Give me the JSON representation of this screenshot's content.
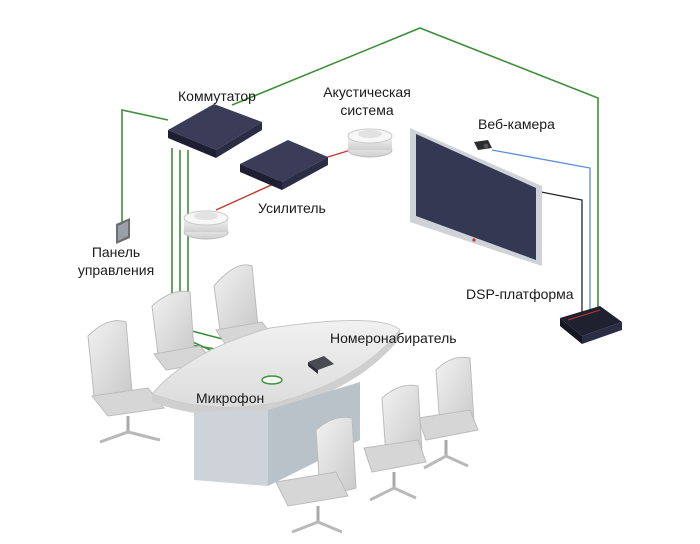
{
  "labels": {
    "switch": "Коммутатор",
    "speakers_line1": "Акустическая",
    "speakers_line2": "система",
    "webcam": "Веб-камера",
    "amplifier": "Усилитель",
    "panel_line1": "Панель",
    "panel_line2": "управления",
    "dsp": "DSP-платформа",
    "dialer": "Номеронабиратель",
    "microphone": "Микрофон"
  },
  "colors": {
    "network_line": "#3f8f3a",
    "audio_line": "#c0392b",
    "video_line_blue": "#5a8fd6",
    "device_dark": "#2b2d44",
    "display_screen": "#353853",
    "furniture_light": "#e4e4e4",
    "table_base": "#cdd3d9"
  }
}
